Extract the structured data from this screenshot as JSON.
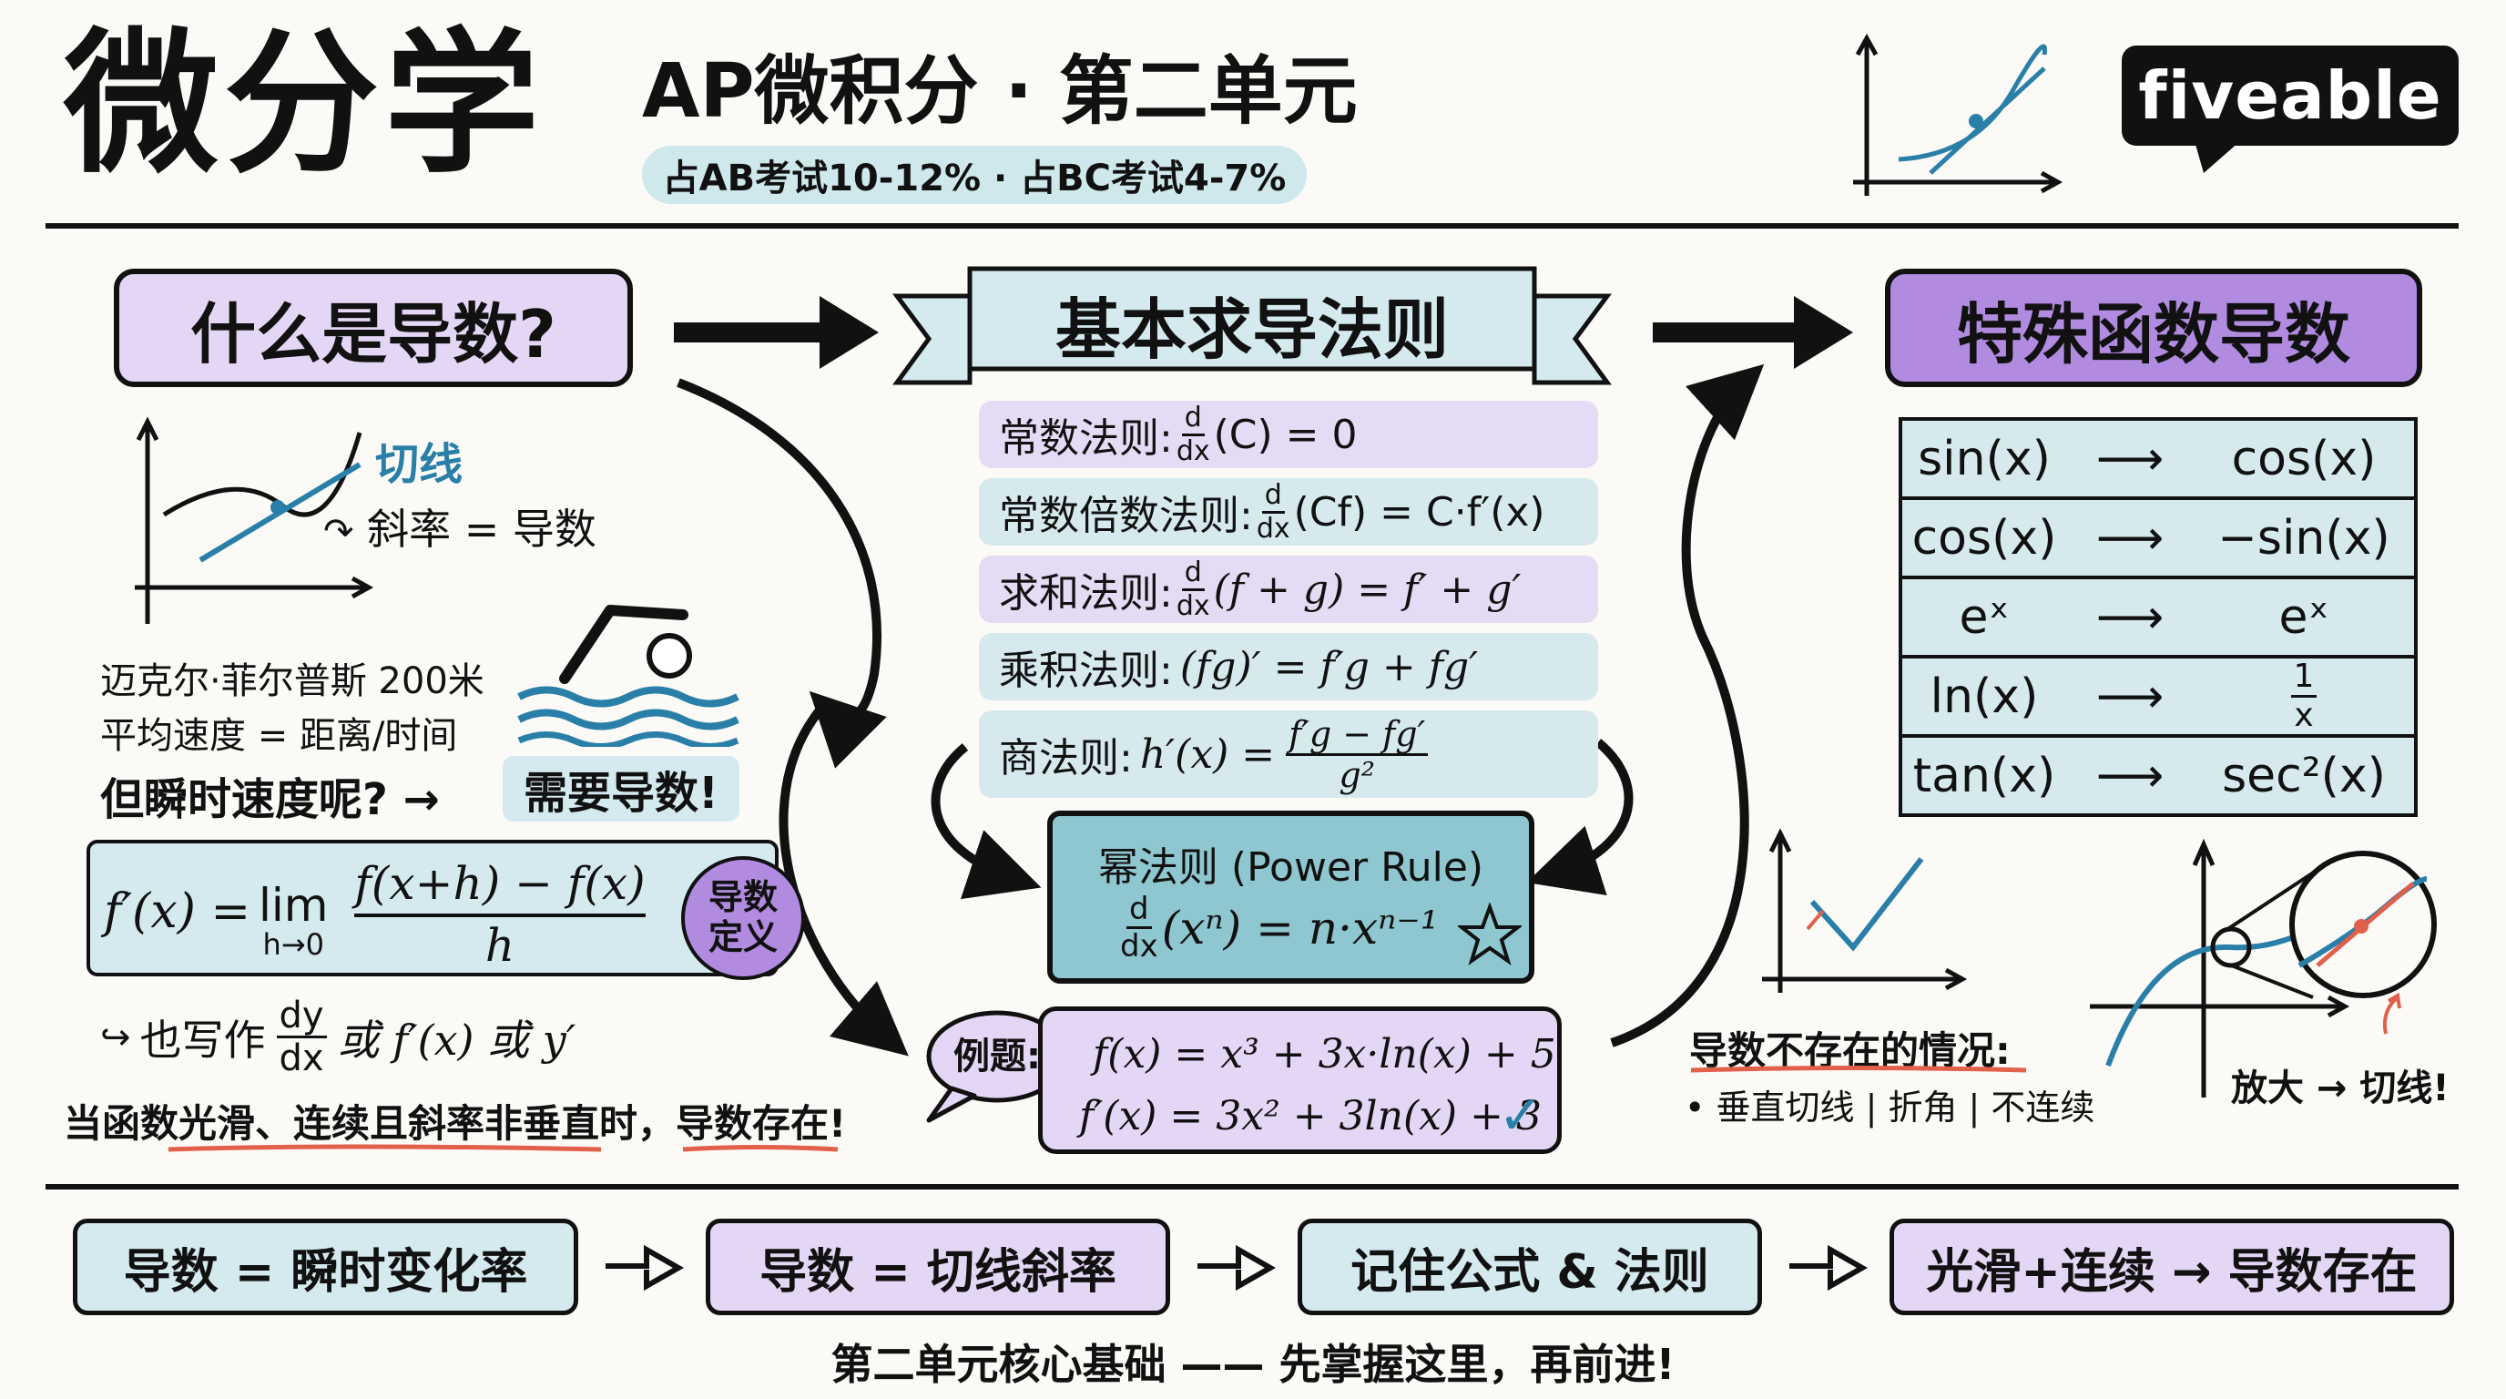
{
  "header": {
    "title": "微分学",
    "subtitle": "AP微积分 · 第二单元",
    "exam_weight": "占AB考试10-12% · 占BC考试4-7%",
    "logo": "fiveable"
  },
  "what_is_derivative": {
    "heading": "什么是导数?",
    "tangent_label": "切线",
    "slope_label": "斜率 = 导数",
    "phelps_line1": "迈克尔·菲尔普斯 200米",
    "phelps_line2": "平均速度 = 距离/时间",
    "question": "但瞬时速度呢? →",
    "answer": "需要导数!",
    "definition": {
      "lhs": "f′(x) =",
      "lim": "lim",
      "lim_sub": "h→0",
      "numerator": "f(x+h) − f(x)",
      "denominator": "h",
      "badge_line1": "导数",
      "badge_line2": "定义"
    },
    "notation_prefix": "也写作",
    "notation_num": "dy",
    "notation_den": "dx",
    "notation_suffix": "或 f′(x) 或 y′",
    "existence": "当函数光滑、连续且斜率非垂直时，导数存在!"
  },
  "basic_rules": {
    "heading": "基本求导法则",
    "rules": [
      {
        "name": "常数法则:",
        "expr": "(C) = 0"
      },
      {
        "name": "常数倍数法则:",
        "expr": "(Cf) = C·f′(x)"
      },
      {
        "name": "求和法则:",
        "expr": "(f + g) = f′ + g′"
      },
      {
        "name": "乘积法则:",
        "expr": "(fg)′ = f′g + fg′"
      },
      {
        "name": "商法则:",
        "expr": "h′(x) =",
        "num": "f′g − fg′",
        "den": "g²"
      }
    ],
    "d": "d",
    "dx": "dx",
    "power_rule_title": "幂法则 (Power Rule)",
    "power_rule_expr": "(xⁿ) = n·xⁿ⁻¹",
    "example_label": "例题:",
    "example_line1": "f(x) = x³ + 3x·ln(x) + 5",
    "example_line2": "f′(x) = 3x² + 3ln(x) + 3",
    "check": "✓"
  },
  "special_functions": {
    "heading": "特殊函数导数",
    "arrow": "⟶",
    "rows": [
      {
        "f": "sin(x)",
        "df": "cos(x)"
      },
      {
        "f": "cos(x)",
        "df": "−sin(x)"
      },
      {
        "f": "eˣ",
        "df": "eˣ"
      },
      {
        "f": "ln(x)",
        "df": "1/x"
      },
      {
        "f": "tan(x)",
        "df": "sec²(x)"
      }
    ],
    "frac_num": "1",
    "frac_den": "x",
    "nonexist_title": "导数不存在的情况:",
    "nonexist_items": "• 垂直切线 | 折角 | 不连续",
    "zoom_caption": "放大 → 切线!"
  },
  "footer": {
    "items": [
      "导数 = 瞬时变化率",
      "导数 = 切线斜率",
      "记住公式 & 法则",
      "光滑+连续 → 导数存在"
    ],
    "tagline": "第二单元核心基础 —— 先掌握这里，再前进!"
  },
  "colors": {
    "purple": "#e4d6f5",
    "teal": "#d4eaee",
    "deep_purple": "#b08be0",
    "curve_blue": "#2a7fa8",
    "accent_red": "#e0604a"
  }
}
